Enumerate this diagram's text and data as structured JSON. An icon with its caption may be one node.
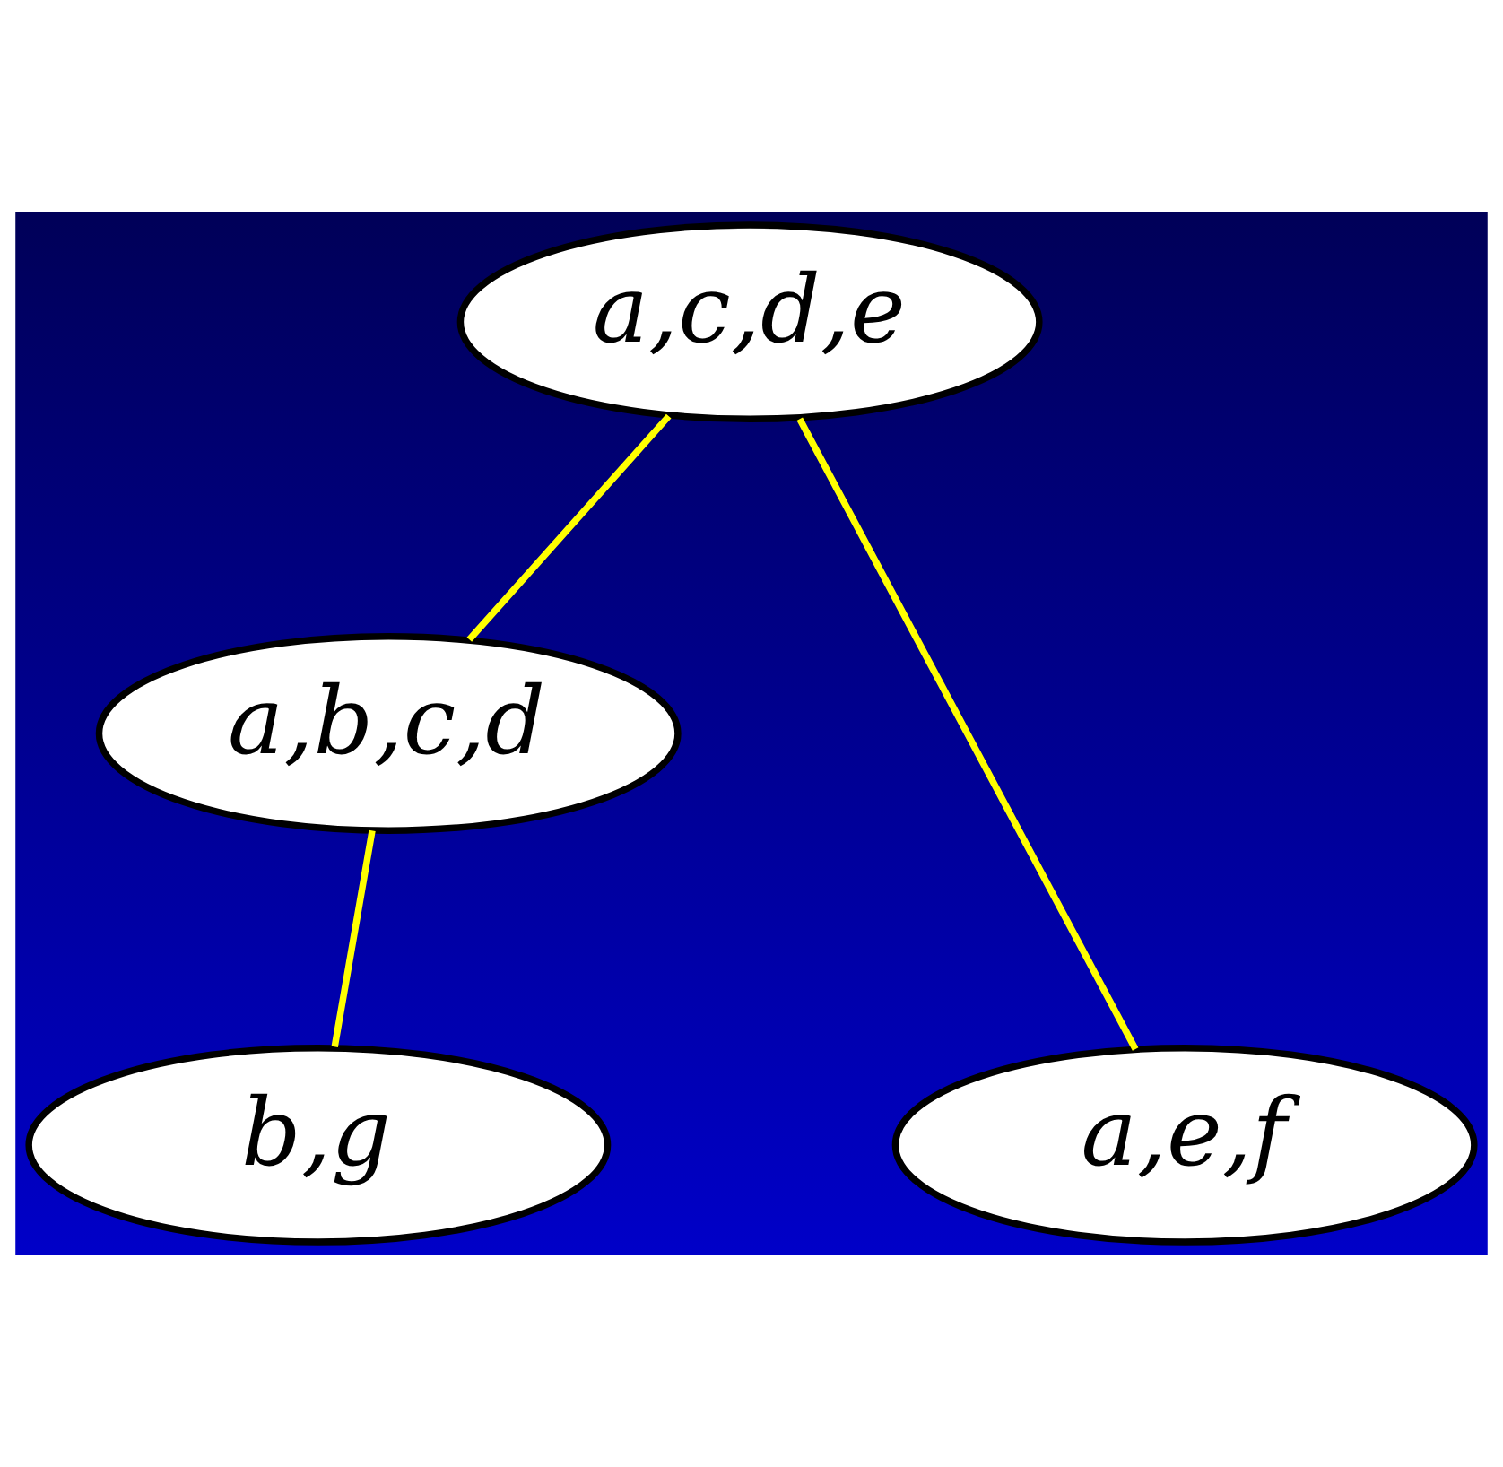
{
  "diagram": {
    "nodes": [
      {
        "text": [
          "a,c,d,e"
        ]
      },
      {
        "text": [
          "a,b,c,d"
        ]
      },
      {
        "text": [
          "a,e,f"
        ]
      },
      {
        "text": [
          "b,g"
        ]
      }
    ],
    "edges": [
      {
        "from": 0,
        "to": 2,
        "arrow": "none"
      },
      {
        "from": 0,
        "to": 1,
        "arrow": "none"
      },
      {
        "from": 1,
        "to": 3,
        "arrow": "none"
      }
    ]
  }
}
